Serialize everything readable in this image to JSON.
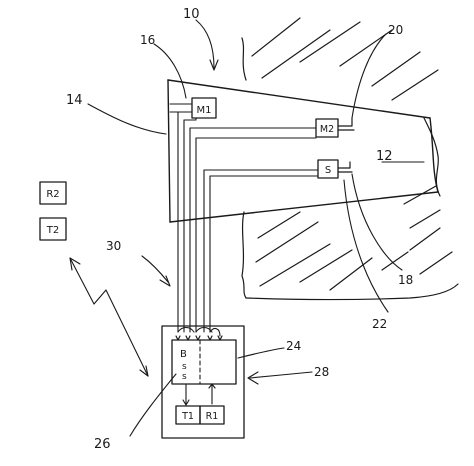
{
  "diagram": {
    "reference_numerals": {
      "n10": "10",
      "n12": "12",
      "n14": "14",
      "n16": "16",
      "n18": "18",
      "n20": "20",
      "n22": "22",
      "n24": "24",
      "n26": "26",
      "n28": "28",
      "n30": "30"
    },
    "boxes": {
      "m1": "M1",
      "m2": "M2",
      "s": "S",
      "r2": "R2",
      "t2": "T2",
      "t1": "T1",
      "r1": "R1"
    },
    "unit_letters": {
      "b": "B",
      "s1": "s",
      "s2": "s"
    },
    "colors": {
      "ink": "#1a1a1a",
      "paper": "#ffffff"
    }
  }
}
